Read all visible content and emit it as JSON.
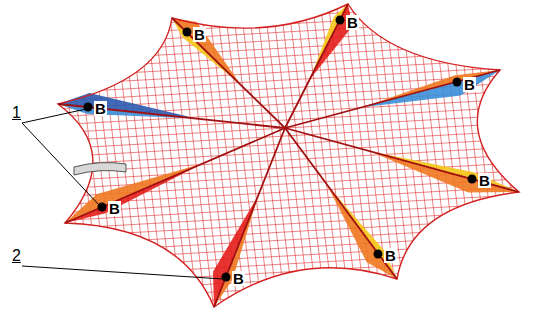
{
  "diagram": {
    "labels": [
      "B",
      "B",
      "B",
      "B",
      "1",
      "B",
      "B",
      "B",
      "2",
      "B"
    ]
  }
}
